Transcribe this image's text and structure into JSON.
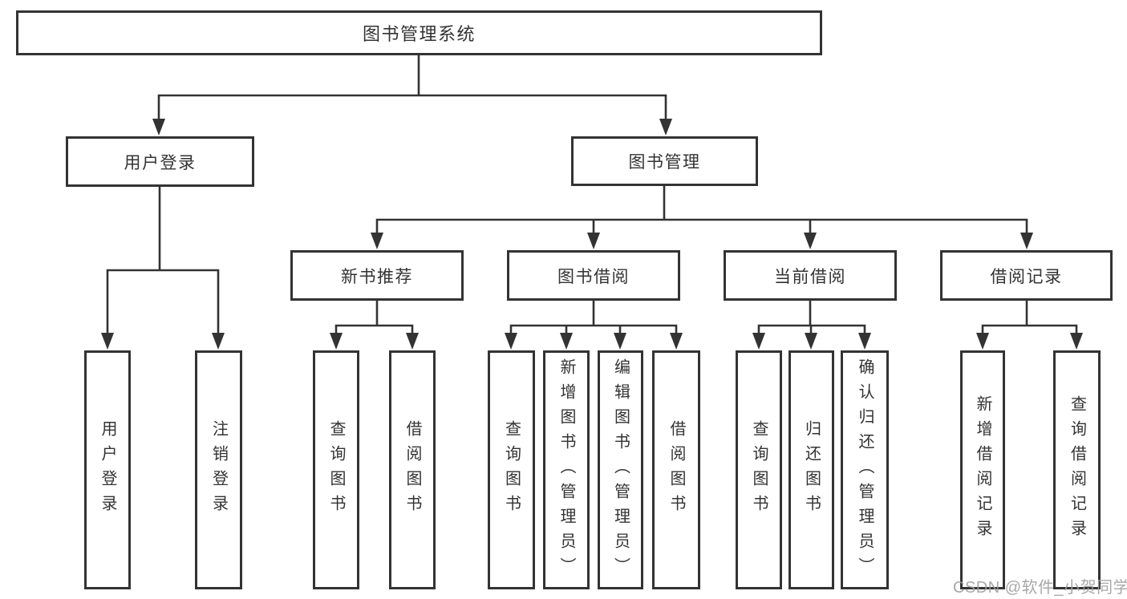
{
  "diagram": {
    "root": {
      "label": "图书管理系统"
    },
    "branches": [
      {
        "label": "用户登录",
        "children": [
          {
            "label": "用户登录"
          },
          {
            "label": "注销登录"
          }
        ]
      },
      {
        "label": "图书管理",
        "children": [
          {
            "label": "新书推荐",
            "children": [
              {
                "label": "查询图书"
              },
              {
                "label": "借阅图书"
              }
            ]
          },
          {
            "label": "图书借阅",
            "children": [
              {
                "label": "查询图书"
              },
              {
                "label": "新增图书（管理员）"
              },
              {
                "label": "编辑图书（管理员）"
              },
              {
                "label": "借阅图书"
              }
            ]
          },
          {
            "label": "当前借阅",
            "children": [
              {
                "label": "查询图书"
              },
              {
                "label": "归还图书"
              },
              {
                "label": "确认归还（管理员）"
              }
            ]
          },
          {
            "label": "借阅记录",
            "children": [
              {
                "label": "新增借阅记录"
              },
              {
                "label": "查询借阅记录"
              }
            ]
          }
        ]
      }
    ],
    "watermark": "CSDN @软件_小贺同学",
    "colors": {
      "line": "#333333",
      "text": "#333333",
      "box_background": "#ffffff",
      "watermark": "#9e9e9e",
      "background": "#ffffff"
    }
  }
}
